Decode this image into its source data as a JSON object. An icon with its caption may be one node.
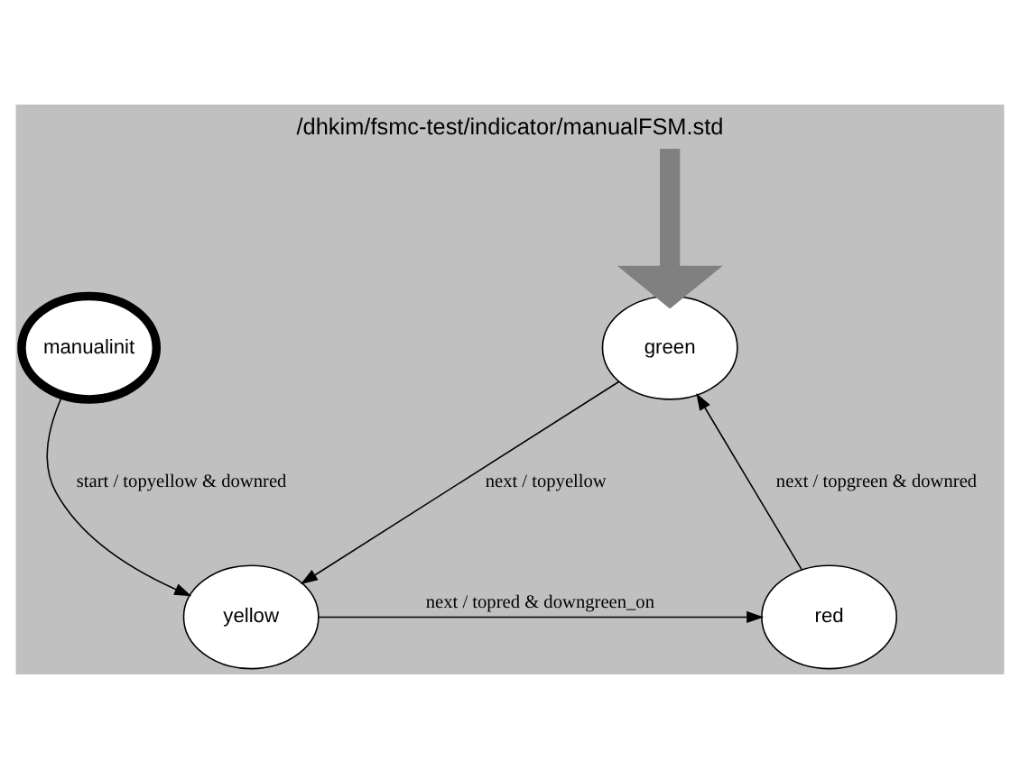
{
  "diagram": {
    "title": "/dhkim/fsmc-test/indicator/manualFSM.std",
    "nodes": [
      {
        "text": [
          "green"
        ]
      },
      {
        "text": [
          "manualinit"
        ]
      },
      {
        "text": [
          "red"
        ]
      },
      {
        "text": [
          "yellow"
        ]
      }
    ],
    "edges": [
      {
        "from": null,
        "to": 0,
        "arrow": "to",
        "style": "thick",
        "color": "#808080"
      },
      {
        "from": 0,
        "to": 3,
        "arrow": "to",
        "label": "next / topyellow"
      },
      {
        "from": 1,
        "to": 3,
        "arrow": "to",
        "label": "start / topyellow & downred"
      },
      {
        "from": 3,
        "to": 2,
        "arrow": "to",
        "label": "next / topred & downgreen_on"
      },
      {
        "from": 2,
        "to": 0,
        "arrow": "to",
        "label": "next / topgreen & downred"
      }
    ]
  }
}
